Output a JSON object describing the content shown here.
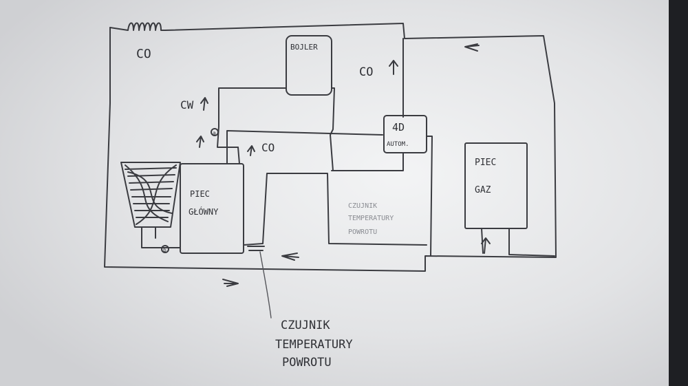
{
  "diagram": {
    "labels": {
      "co_top": "CO",
      "bojler": "BOJLER",
      "co_up": "CO",
      "cw": "CW",
      "co_mid": "CO",
      "mixer_line1": "4D",
      "mixer_line2": "AUTOM.",
      "piec_glowny_line1": "PIEC",
      "piec_glowny_line2": "GŁÓWNY",
      "piec_gaz_line1": "PIEC",
      "piec_gaz_line2": "GAZ",
      "pump_a": "a",
      "pump_b": "b",
      "faint_line1": "CZUJNIK",
      "faint_line2": "TEMPERATURY",
      "faint_line3": "POWROTU",
      "sensor_line1": "CZUJNIK",
      "sensor_line2": "TEMPERATURY",
      "sensor_line3": "POWROTU"
    }
  },
  "colors": {
    "paper": "#e7e8ea",
    "pencil": "#2f3035",
    "background": "#1e1f23"
  }
}
